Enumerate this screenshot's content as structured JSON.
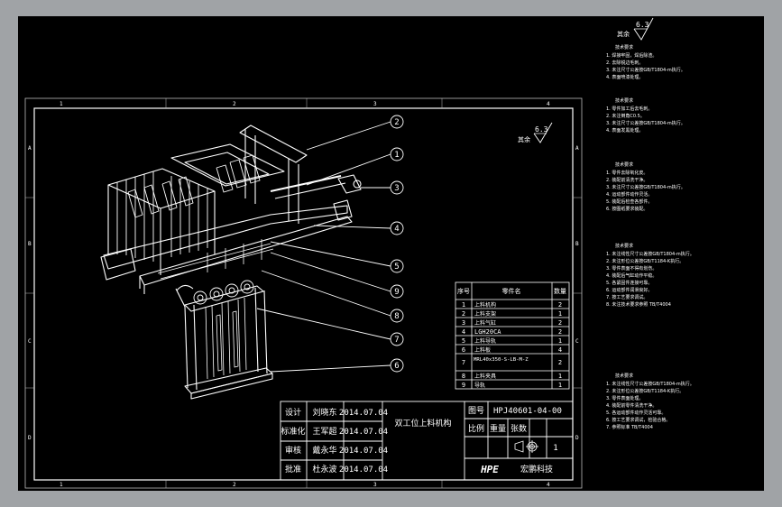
{
  "colors": {
    "background": "#000000",
    "frame_outer": "#bbbbbb",
    "frame_inner": "#ffffff",
    "leader": "#ffffff",
    "window_bg": "#a0a3a6"
  },
  "surface_finish": {
    "value": "6.3",
    "label": "其余"
  },
  "notes_blocks": [
    [
      "技术要求",
      "1. 焊接牢固，焊后除渣。",
      "2. 去除锐边毛刺。",
      "3. 未注尺寸公差按GB/T1804-m执行。",
      "4. 表面喷漆处理。"
    ],
    [
      "技术要求",
      "1. 零件加工后去毛刺。",
      "2. 未注倒角C0.5。",
      "3. 未注尺寸公差按GB/T1804-m执行。",
      "4. 表面发黑处理。"
    ],
    [
      "技术要求",
      "1. 零件去除氧化皮。",
      "2. 装配前清洗干净。",
      "3. 未注尺寸公差按GB/T1804-m执行。",
      "4. 运动部件动作灵活。",
      "5. 装配后检查各部件。",
      "6. 按图纸要求装配。"
    ],
    [
      "技术要求",
      "1. 未注线性尺寸公差按GB/T1804-m执行。",
      "2. 未注形位公差按GB/T1184-K执行。",
      "3. 零件表面不得有划伤。",
      "4. 装配后气缸动作平稳。",
      "5. 各紧固件连接可靠。",
      "6. 运动部件润滑良好。",
      "7. 按工艺要求调试。",
      "8. 未注技术要求参照 TB/T4004"
    ],
    [
      "技术要求",
      "1. 未注线性尺寸公差按GB/T1804-m执行。",
      "2. 未注形位公差按GB/T1184-K执行。",
      "3. 零件表面处理。",
      "4. 装配前零件清洗干净。",
      "5. 各运动部件动作灵活可靠。",
      "6. 按工艺要求调试，检验合格。",
      "7. 参照标准 TB/T4004"
    ]
  ],
  "balloons": [
    "2",
    "1",
    "3",
    "4",
    "5",
    "9",
    "8",
    "7",
    "6"
  ],
  "bom": {
    "headers": [
      "序号",
      "零件名",
      "数量"
    ],
    "rows": [
      [
        "1",
        "上料机构",
        "2"
      ],
      [
        "2",
        "上料支架",
        "1"
      ],
      [
        "3",
        "上料气缸",
        "2"
      ],
      [
        "4",
        "LGH20CA",
        "2"
      ],
      [
        "5",
        "上料导轨",
        "1"
      ],
      [
        "6",
        "上料板",
        "4"
      ],
      [
        "7",
        "MRL40x350-S-LB-M-Z",
        "2"
      ],
      [
        "8",
        "上料夹具",
        "1"
      ],
      [
        "9",
        "导轨",
        "1"
      ]
    ]
  },
  "title_block": {
    "rows": [
      {
        "role": "设计",
        "name": "刘晓东",
        "date": "2014.07.04"
      },
      {
        "role": "标准化",
        "name": "王军超",
        "date": "2014.07.04"
      },
      {
        "role": "审核",
        "name": "戴永华",
        "date": "2014.07.04"
      },
      {
        "role": "批准",
        "name": "杜永波",
        "date": "2014.07.04"
      }
    ],
    "part_name": "双工位上料机构",
    "drawing_no_label": "图号",
    "drawing_no": "HPJ40601-04-00",
    "scale_label": "比例",
    "weight_label": "重量",
    "sheet_label": "张数",
    "sheet_count": "1",
    "company_logo": "HPE",
    "company_name": "宏鹏科技"
  },
  "border_labels": {
    "top": [
      "1",
      "2",
      "3",
      "4"
    ],
    "side": [
      "A",
      "B",
      "C",
      "D"
    ]
  }
}
